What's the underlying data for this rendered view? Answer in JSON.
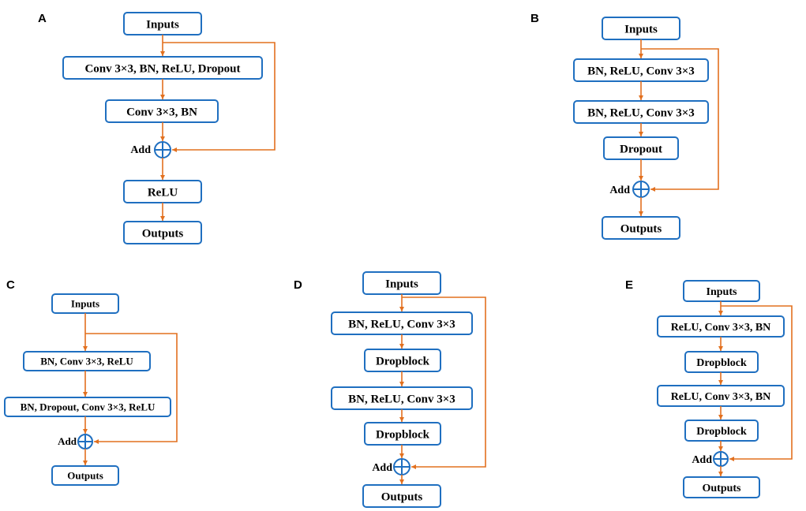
{
  "colors": {
    "box_border": "#1f6fc0",
    "arrow": "#e2701f",
    "text": "#000000"
  },
  "panels": {
    "A": {
      "letter": "A",
      "nodes": [
        "Inputs",
        "Conv 3×3, BN, ReLU, Dropout",
        "Conv 3×3,  BN",
        "ReLU",
        "Outputs"
      ],
      "add": "Add"
    },
    "B": {
      "letter": "B",
      "nodes": [
        "Inputs",
        "BN, ReLU, Conv 3×3",
        "BN, ReLU, Conv 3×3",
        "Dropout",
        "Outputs"
      ],
      "add": "Add"
    },
    "C": {
      "letter": "C",
      "nodes": [
        "Inputs",
        "BN, Conv 3×3, ReLU",
        "BN, Dropout, Conv 3×3, ReLU",
        "Outputs"
      ],
      "add": "Add"
    },
    "D": {
      "letter": "D",
      "nodes": [
        "Inputs",
        "BN, ReLU, Conv 3×3",
        "Dropblock",
        "BN, ReLU, Conv 3×3",
        "Dropblock",
        "Outputs"
      ],
      "add": "Add"
    },
    "E": {
      "letter": "E",
      "nodes": [
        "Inputs",
        "ReLU, Conv 3×3, BN",
        "Dropblock",
        "ReLU, Conv 3×3, BN",
        "Dropblock",
        "Outputs"
      ],
      "add": "Add"
    }
  }
}
